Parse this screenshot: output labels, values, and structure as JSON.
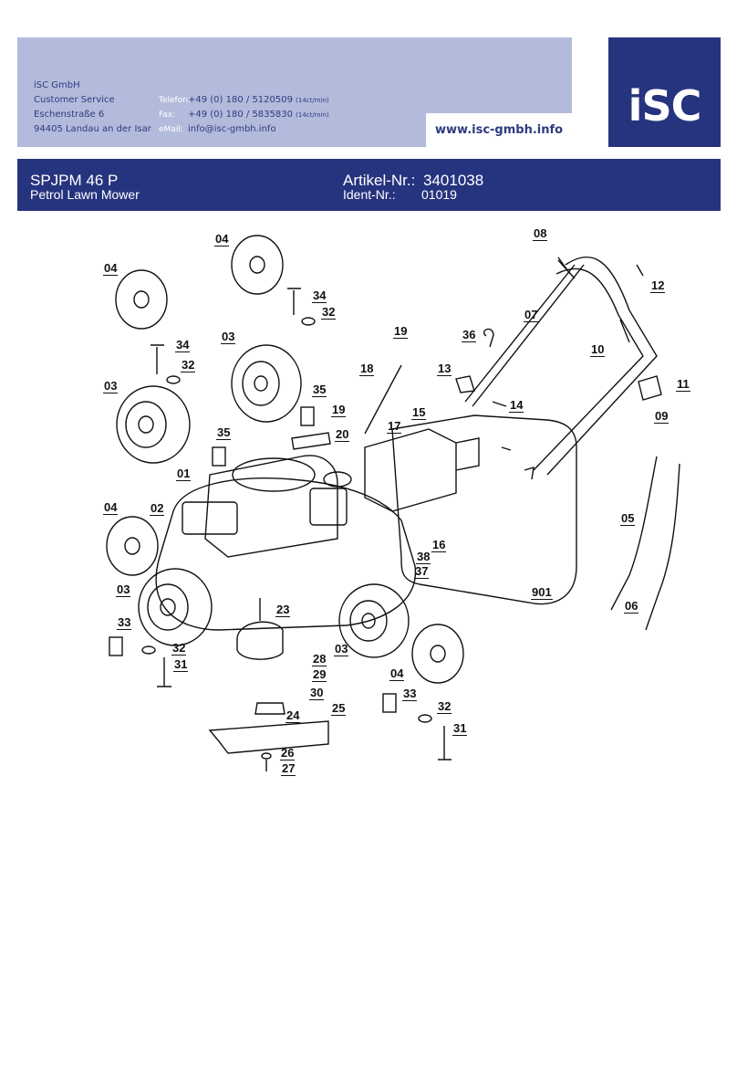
{
  "contact": {
    "company": "iSC GmbH",
    "department": "Customer Service",
    "street": "Eschenstraße 6",
    "city": "94405 Landau an der Isar",
    "phone_label": "Telefon:",
    "phone_value": "+49 (0) 180 / 5120509",
    "phone_rate": "(14ct/min)",
    "fax_label": "Fax:",
    "fax_value": "+49 (0) 180 / 5835830",
    "fax_rate": "(14ct/min)",
    "email_label": "eMail:",
    "email_value": "info@isc-gmbh.info",
    "website": "www.isc-gmbh.info"
  },
  "logo": {
    "text": "iSC"
  },
  "product": {
    "model": "SPJPM 46 P",
    "description": "Petrol Lawn Mower",
    "article_label": "Artikel-Nr.:",
    "article_number": "3401038",
    "ident_label": "Ident-Nr.:",
    "ident_number": "01019"
  },
  "callouts": [
    "04",
    "04",
    "34",
    "32",
    "34",
    "32",
    "03",
    "03",
    "35",
    "35",
    "01",
    "02",
    "04",
    "03",
    "33",
    "32",
    "31",
    "23",
    "28",
    "29",
    "30",
    "24",
    "25",
    "26",
    "27",
    "03",
    "04",
    "33",
    "32",
    "31",
    "19",
    "19",
    "18",
    "20",
    "17",
    "15",
    "16",
    "38",
    "37",
    "36",
    "13",
    "14",
    "07",
    "08",
    "12",
    "10",
    "11",
    "09",
    "05",
    "06",
    "901"
  ],
  "colors": {
    "brand_dark": "#26347f",
    "brand_light": "#b3bbdc"
  }
}
